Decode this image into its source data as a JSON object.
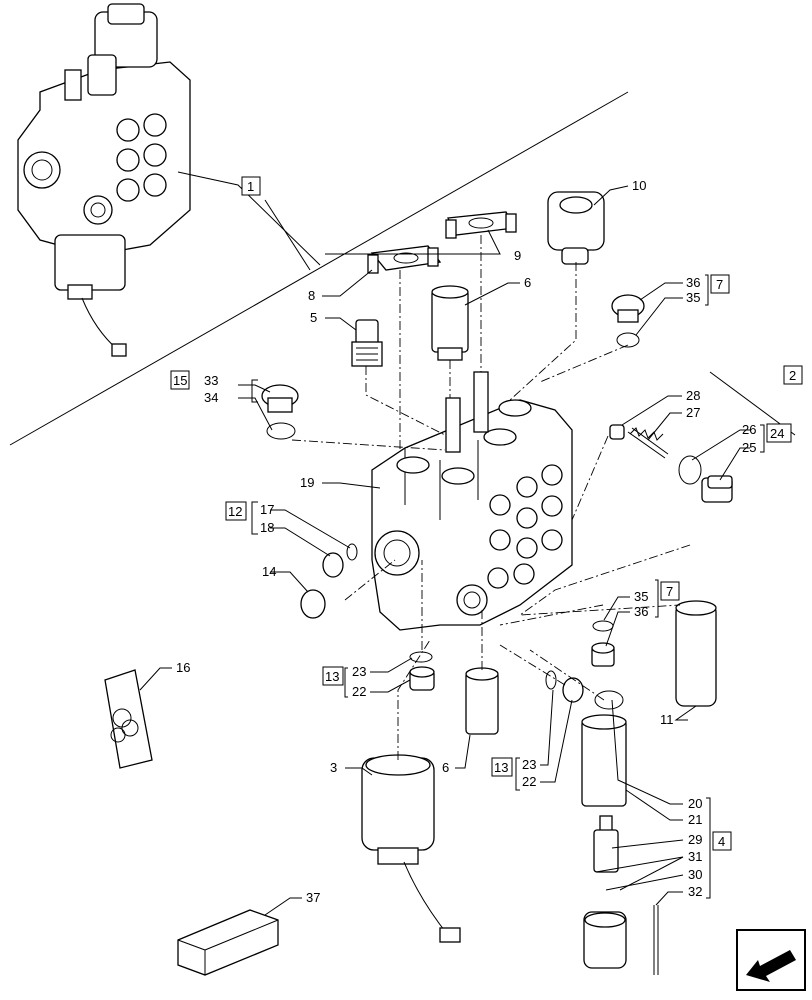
{
  "callouts": [
    {
      "id": "c1",
      "text": "1"
    },
    {
      "id": "c2",
      "text": "2"
    },
    {
      "id": "c3",
      "text": "3"
    },
    {
      "id": "c4",
      "text": "4"
    },
    {
      "id": "c5",
      "text": "5"
    },
    {
      "id": "c6a",
      "text": "6"
    },
    {
      "id": "c6b",
      "text": "6"
    },
    {
      "id": "c7a",
      "text": "7"
    },
    {
      "id": "c7b",
      "text": "7"
    },
    {
      "id": "c8",
      "text": "8"
    },
    {
      "id": "c9",
      "text": "9"
    },
    {
      "id": "c10",
      "text": "10"
    },
    {
      "id": "c11",
      "text": "11"
    },
    {
      "id": "c12",
      "text": "12"
    },
    {
      "id": "c13a",
      "text": "13"
    },
    {
      "id": "c13b",
      "text": "13"
    },
    {
      "id": "c14",
      "text": "14"
    },
    {
      "id": "c15",
      "text": "15"
    },
    {
      "id": "c16",
      "text": "16"
    },
    {
      "id": "c17",
      "text": "17"
    },
    {
      "id": "c18",
      "text": "18"
    },
    {
      "id": "c19",
      "text": "19"
    },
    {
      "id": "c20",
      "text": "20"
    },
    {
      "id": "c21",
      "text": "21"
    },
    {
      "id": "c22a",
      "text": "22"
    },
    {
      "id": "c22b",
      "text": "22"
    },
    {
      "id": "c23a",
      "text": "23"
    },
    {
      "id": "c23b",
      "text": "23"
    },
    {
      "id": "c24",
      "text": "24"
    },
    {
      "id": "c25",
      "text": "25"
    },
    {
      "id": "c26",
      "text": "26"
    },
    {
      "id": "c27",
      "text": "27"
    },
    {
      "id": "c28",
      "text": "28"
    },
    {
      "id": "c29",
      "text": "29"
    },
    {
      "id": "c30",
      "text": "30"
    },
    {
      "id": "c31",
      "text": "31"
    },
    {
      "id": "c32",
      "text": "32"
    },
    {
      "id": "c33",
      "text": "33"
    },
    {
      "id": "c34",
      "text": "34"
    },
    {
      "id": "c35a",
      "text": "35"
    },
    {
      "id": "c35b",
      "text": "35"
    },
    {
      "id": "c36a",
      "text": "36"
    },
    {
      "id": "c36b",
      "text": "36"
    },
    {
      "id": "c37",
      "text": "37"
    }
  ],
  "icons": {
    "nav_arrow": "back-arrow-icon"
  }
}
